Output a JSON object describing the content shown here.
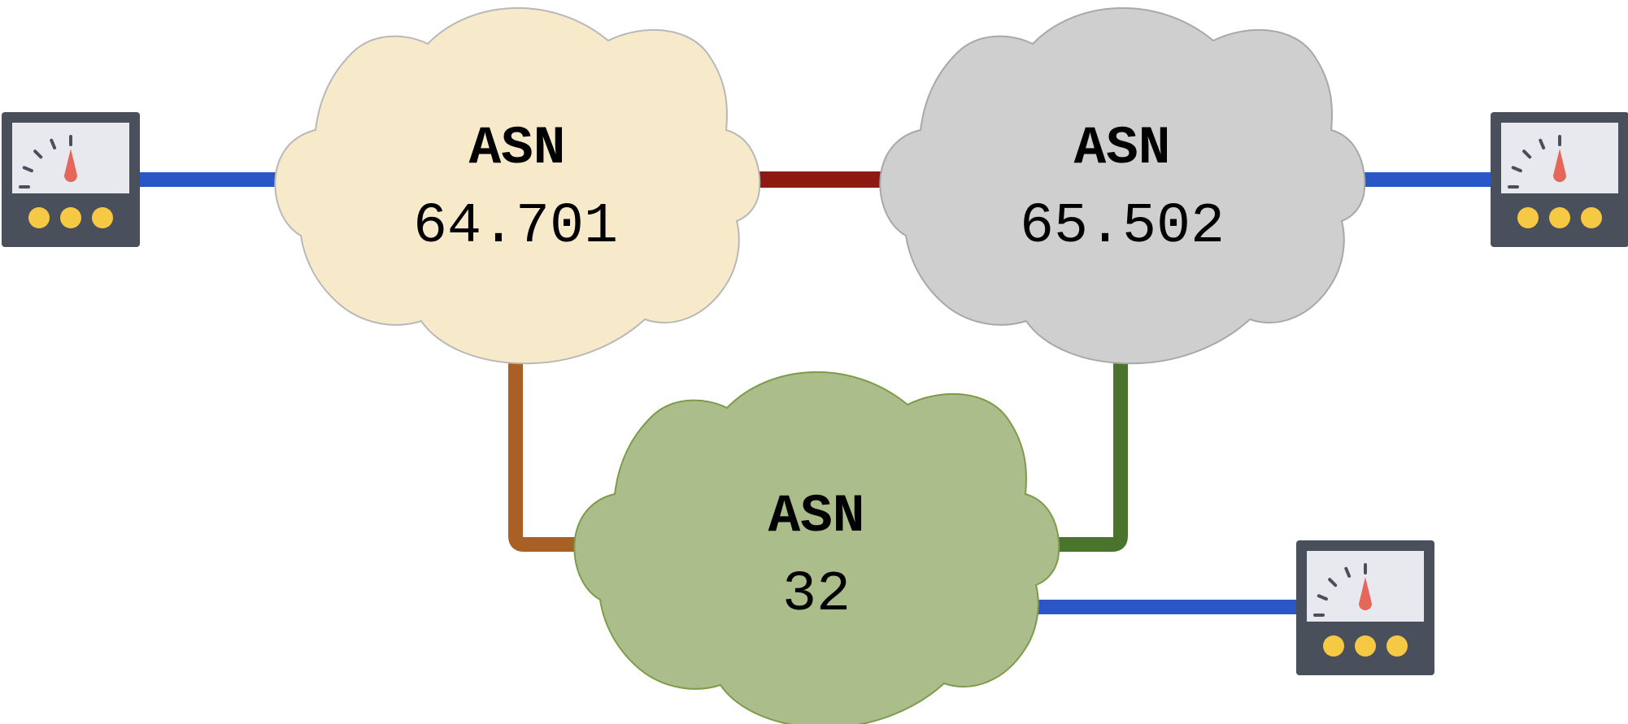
{
  "diagram": {
    "colors": {
      "background": "#ffffff",
      "link_to_meter": "#2b56c7",
      "link_64701_65502": "#8e1b13",
      "link_64701_32": "#a86024",
      "link_65502_32": "#4a742e",
      "meter_body": "#4a4f5c",
      "meter_screen": "#e8e9ee",
      "meter_ticks": "#4a4f5c",
      "meter_needle": "#e4675a",
      "meter_buttons": "#f6c945"
    },
    "clouds": [
      {
        "id": "asn-64701",
        "title": "ASN",
        "number": "64.701",
        "fill": "#f7eaca",
        "stroke": "#b8b8b8"
      },
      {
        "id": "asn-65502",
        "title": "ASN",
        "number": "65.502",
        "fill": "#cfcfcf",
        "stroke": "#a8a8a8"
      },
      {
        "id": "asn-32",
        "title": "ASN",
        "number": "32",
        "fill": "#abbd8a",
        "stroke": "#7d9b4a"
      }
    ],
    "meters": [
      {
        "id": "meter-left",
        "icon": "gauge-meter-icon",
        "connected_to": "asn-64701"
      },
      {
        "id": "meter-right",
        "icon": "gauge-meter-icon",
        "connected_to": "asn-65502"
      },
      {
        "id": "meter-bottom",
        "icon": "gauge-meter-icon",
        "connected_to": "asn-32"
      }
    ],
    "links": [
      {
        "from": "meter-left",
        "to": "asn-64701",
        "color_key": "link_to_meter"
      },
      {
        "from": "asn-64701",
        "to": "asn-65502",
        "color_key": "link_64701_65502"
      },
      {
        "from": "asn-65502",
        "to": "meter-right",
        "color_key": "link_to_meter"
      },
      {
        "from": "asn-64701",
        "to": "asn-32",
        "color_key": "link_64701_32"
      },
      {
        "from": "asn-65502",
        "to": "asn-32",
        "color_key": "link_65502_32"
      },
      {
        "from": "asn-32",
        "to": "meter-bottom",
        "color_key": "link_to_meter"
      }
    ]
  }
}
